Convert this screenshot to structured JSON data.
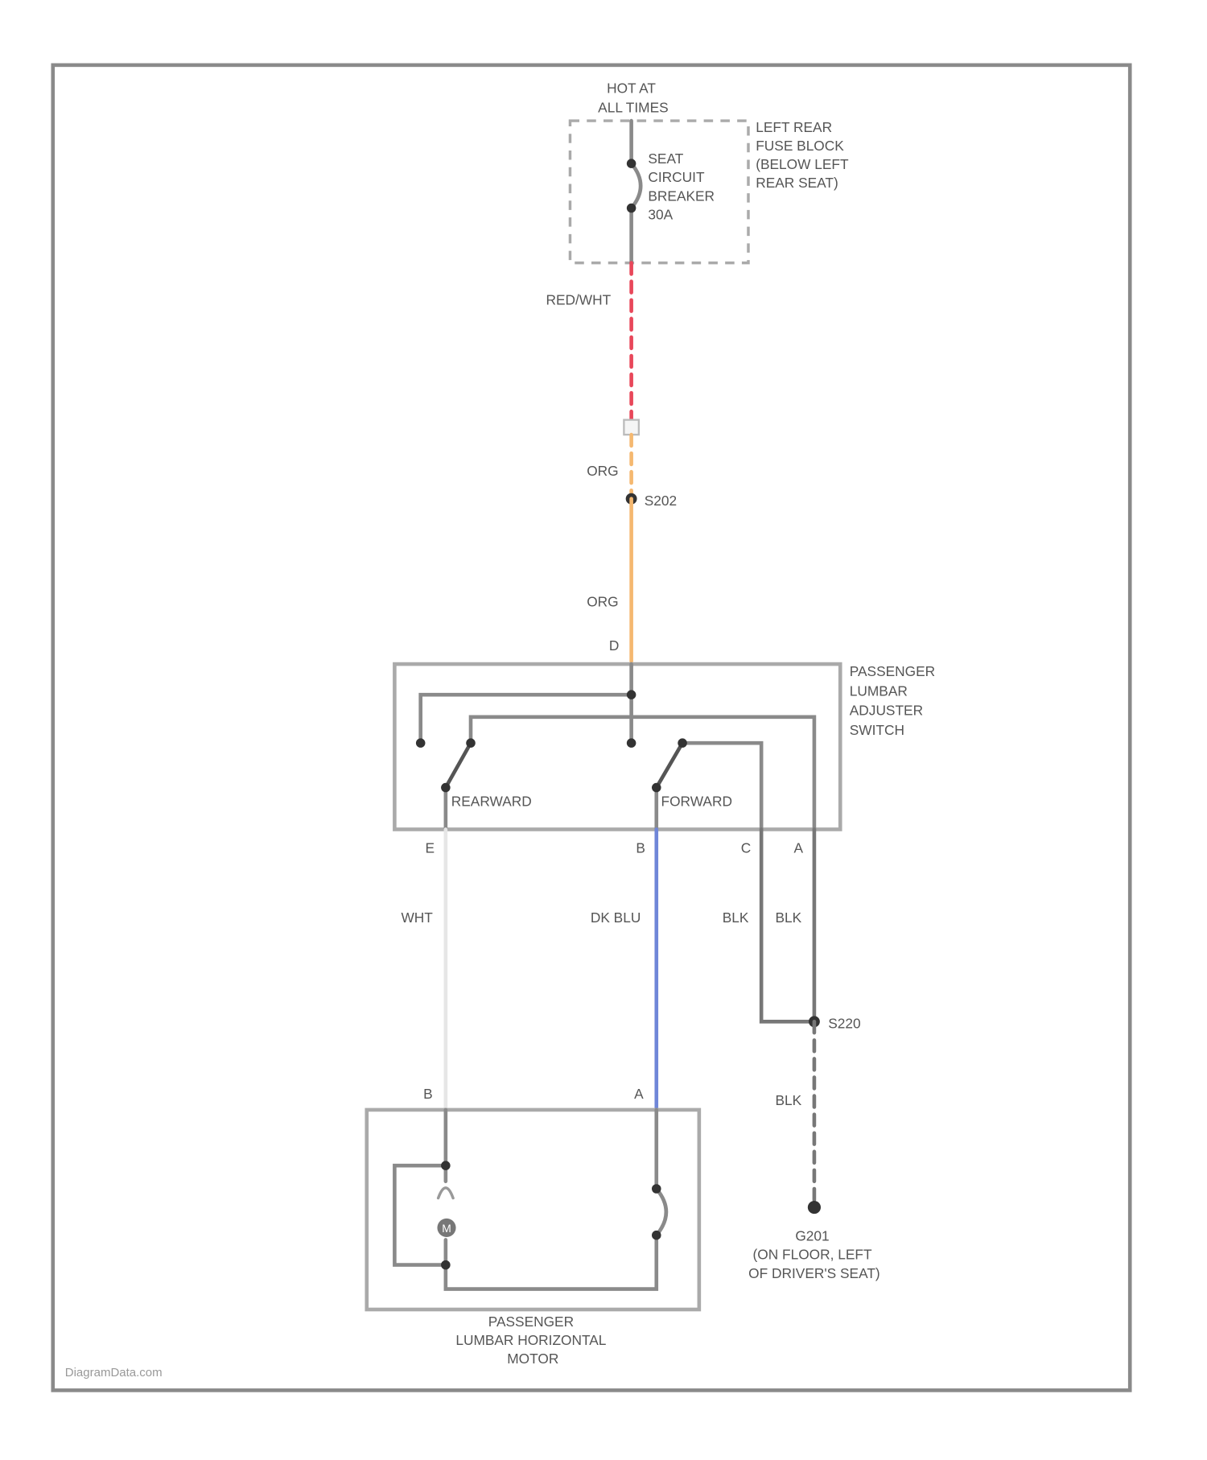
{
  "colors": {
    "red_wht": "#e8475a",
    "org": "#f5b870",
    "dk_blu": "#6f86d8",
    "wht": "#e6e6e6",
    "blk": "#777777",
    "frame": "#8a8a8a"
  },
  "power": {
    "label_lines": [
      "HOT AT",
      "ALL TIMES"
    ]
  },
  "fuse_block": {
    "label_lines": [
      "LEFT REAR",
      "FUSE BLOCK",
      "(BELOW LEFT",
      "REAR SEAT)"
    ]
  },
  "circuit_breaker": {
    "label_lines": [
      "SEAT",
      "CIRCUIT",
      "BREAKER",
      "30A"
    ]
  },
  "wires": {
    "red_wht": "RED/WHT",
    "org_top": "ORG",
    "org_bottom": "ORG",
    "wht": "WHT",
    "dk_blu": "DK BLU",
    "blk_c": "BLK",
    "blk_a": "BLK",
    "blk_ground": "BLK"
  },
  "splices": {
    "s202": "S202",
    "s220": "S220"
  },
  "switch": {
    "label_lines": [
      "PASSENGER",
      "LUMBAR",
      "ADJUSTER",
      "SWITCH"
    ],
    "pin_d": "D",
    "rearward": "REARWARD",
    "forward": "FORWARD",
    "pin_e": "E",
    "pin_b": "B",
    "pin_c": "C",
    "pin_a": "A"
  },
  "motor": {
    "label_lines": [
      "PASSENGER",
      "LUMBAR HORIZONTAL",
      "MOTOR"
    ],
    "pin_b": "B",
    "pin_a": "A",
    "motor_symbol": "M"
  },
  "ground": {
    "label_lines": [
      "G201",
      "(ON FLOOR, LEFT",
      "OF DRIVER'S SEAT)"
    ]
  },
  "watermark": "DiagramData.com"
}
